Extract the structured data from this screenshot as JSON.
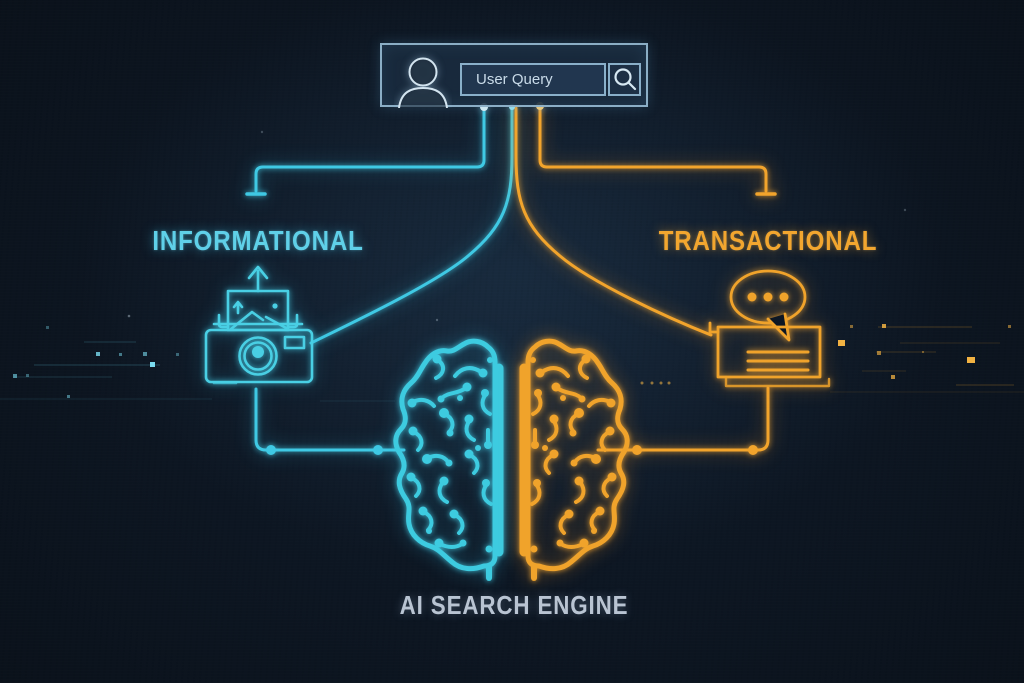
{
  "diagram": {
    "query_box": {
      "query_text": "User Query",
      "user_icon": "user-silhouette-icon",
      "search_icon": "magnifier-icon"
    },
    "branches": {
      "informational": {
        "label": "INFORMATIONAL",
        "icon": "instant-camera-photo-icon",
        "color": "#5fd0e8"
      },
      "transactional": {
        "label": "TRANSACTIONAL",
        "icon": "chat-bubble-receipt-icon",
        "color": "#f2a62f"
      }
    },
    "engine": {
      "label": "AI SEARCH ENGINE",
      "icon": "circuit-brain-icon",
      "left_half_color": "#3dcbe0",
      "right_half_color": "#f0a32b"
    },
    "colors": {
      "background": "#0c1520",
      "box_border": "#a0c6de",
      "muted_text": "#b9c4d2"
    }
  }
}
